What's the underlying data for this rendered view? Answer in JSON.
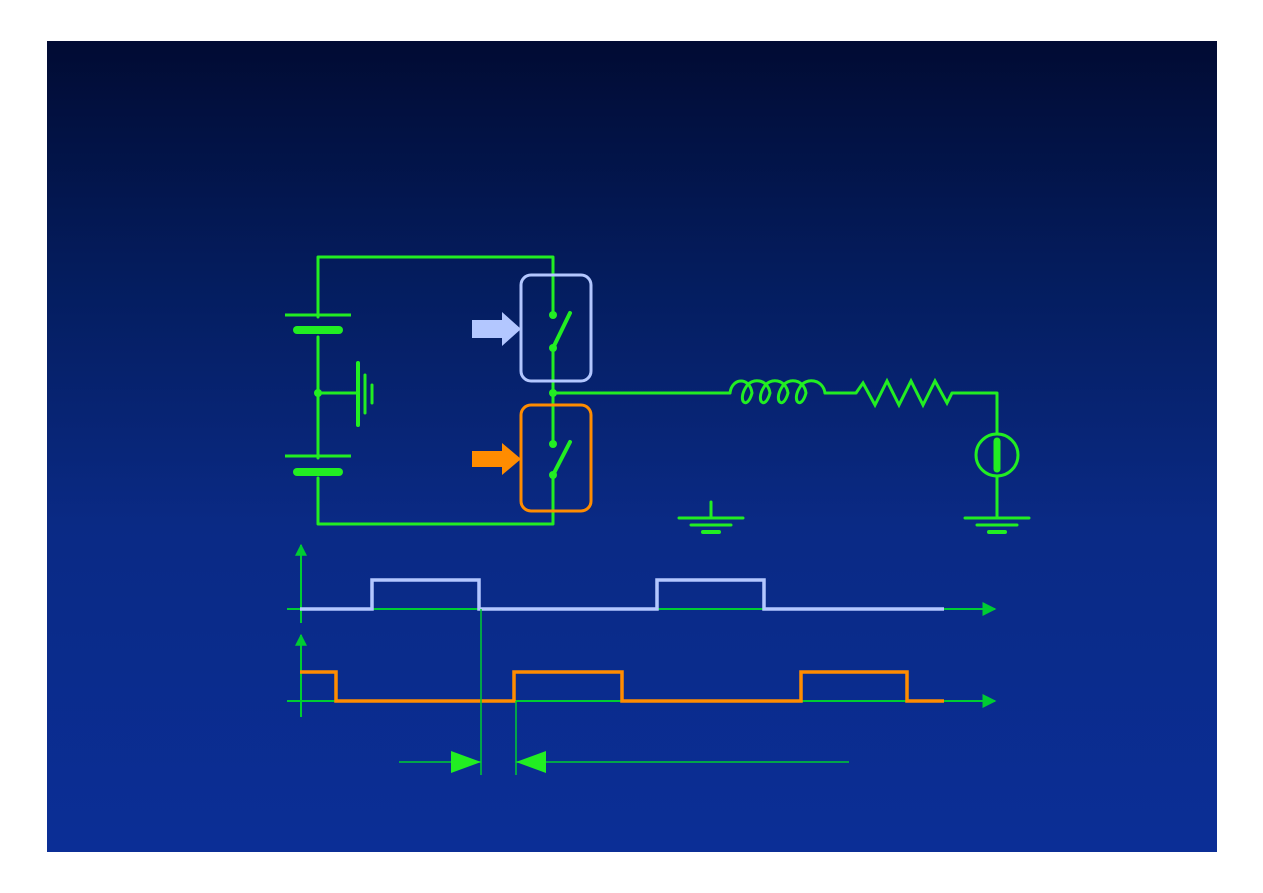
{
  "colors": {
    "page_background": "#ffffff",
    "slide_top": "#010b33",
    "slide_bottom": "#0b2e96",
    "circuit_wire": "#22ee22",
    "axis_line": "#00cc33",
    "high_side_signal": "#b3c7ff",
    "low_side_signal": "#ff8c00"
  },
  "diagram": {
    "elements": [
      "dc-supply-upper-cell",
      "dc-supply-lower-cell",
      "midpoint-ground",
      "high-side-switch",
      "low-side-switch",
      "high-side-gate-arrow",
      "low-side-gate-arrow",
      "inductor",
      "resistor",
      "current-source",
      "load-ground",
      "reference-ground"
    ],
    "waveforms": [
      "high-side-gate-signal",
      "low-side-gate-signal"
    ],
    "markers": [
      "dead-time-interval"
    ]
  }
}
